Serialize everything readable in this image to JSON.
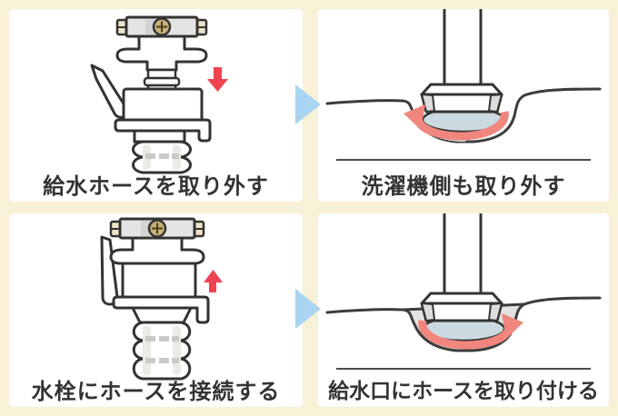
{
  "panels": [
    {
      "caption": "給水ホースを取り外す",
      "motion": "pull-down",
      "subject": "faucet-connector"
    },
    {
      "caption": "洗濯機側も取り外す",
      "motion": "rotate-counterclockwise",
      "subject": "washer-inlet"
    },
    {
      "caption": "水栓にホースを接続する",
      "motion": "push-up",
      "subject": "faucet-connector"
    },
    {
      "caption": "給水口にホースを取り付ける",
      "motion": "rotate-clockwise",
      "subject": "washer-inlet"
    }
  ],
  "colors": {
    "background": "#f7f1d8",
    "panel": "#ffffff",
    "outline": "#333333",
    "caption_text": "#333333",
    "action_arrow_red": "#ef4352",
    "rotate_arrow_salmon": "#f0867e",
    "step_arrow_blue": "#aad5f2",
    "inlet_blue_gray": "#cbd9e1",
    "metal_gray": "#e4e4e2",
    "screw_gold": "#c9b277",
    "hose_shade_gray": "#c9c9c6"
  }
}
